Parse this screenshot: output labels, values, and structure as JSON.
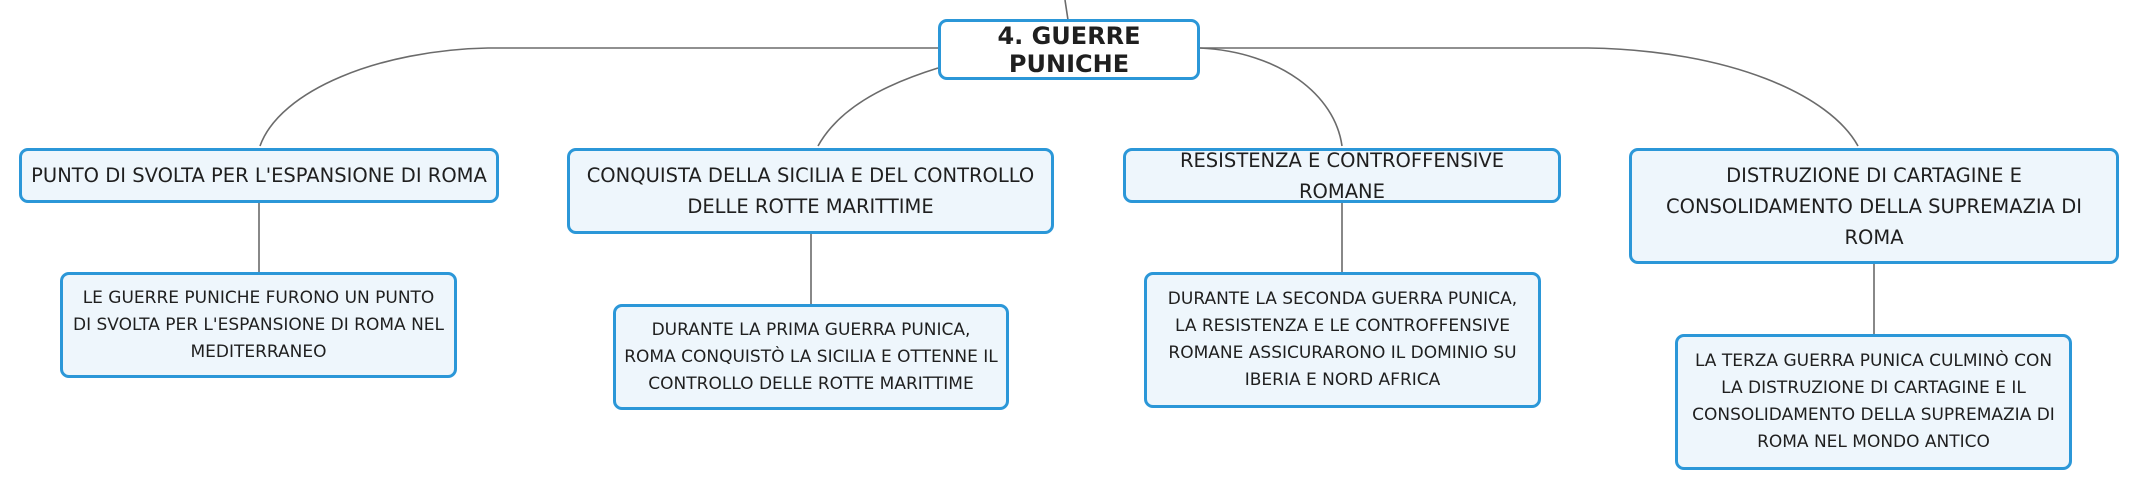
{
  "root": {
    "label": "4. GUERRE PUNICHE"
  },
  "branches": [
    {
      "label": "PUNTO DI SVOLTA PER L'ESPANSIONE DI ROMA",
      "detail": "LE GUERRE PUNICHE FURONO UN PUNTO DI SVOLTA PER L'ESPANSIONE DI ROMA NEL MEDITERRANEO"
    },
    {
      "label": "CONQUISTA DELLA SICILIA E DEL CONTROLLO DELLE ROTTE MARITTIME",
      "detail": "DURANTE LA PRIMA GUERRA PUNICA, ROMA CONQUISTÒ LA SICILIA E OTTENNE IL CONTROLLO DELLE ROTTE MARITTIME"
    },
    {
      "label": "RESISTENZA E CONTROFFENSIVE ROMANE",
      "detail": "DURANTE LA SECONDA GUERRA PUNICA, LA RESISTENZA E LE CONTROFFENSIVE ROMANE ASSICURARONO IL DOMINIO SU IBERIA E NORD AFRICA"
    },
    {
      "label": "DISTRUZIONE DI CARTAGINE E CONSOLIDAMENTO DELLA SUPREMAZIA DI ROMA",
      "detail": "LA TERZA GUERRA PUNICA CULMINÒ CON LA DISTRUZIONE DI CARTAGINE E IL CONSOLIDAMENTO DELLA SUPREMAZIA DI ROMA NEL MONDO ANTICO"
    }
  ],
  "colors": {
    "node_border": "#2b97d8",
    "node_fill": "#eef6fc",
    "connector": "#6b6b6b",
    "text": "#1f1f1f"
  }
}
